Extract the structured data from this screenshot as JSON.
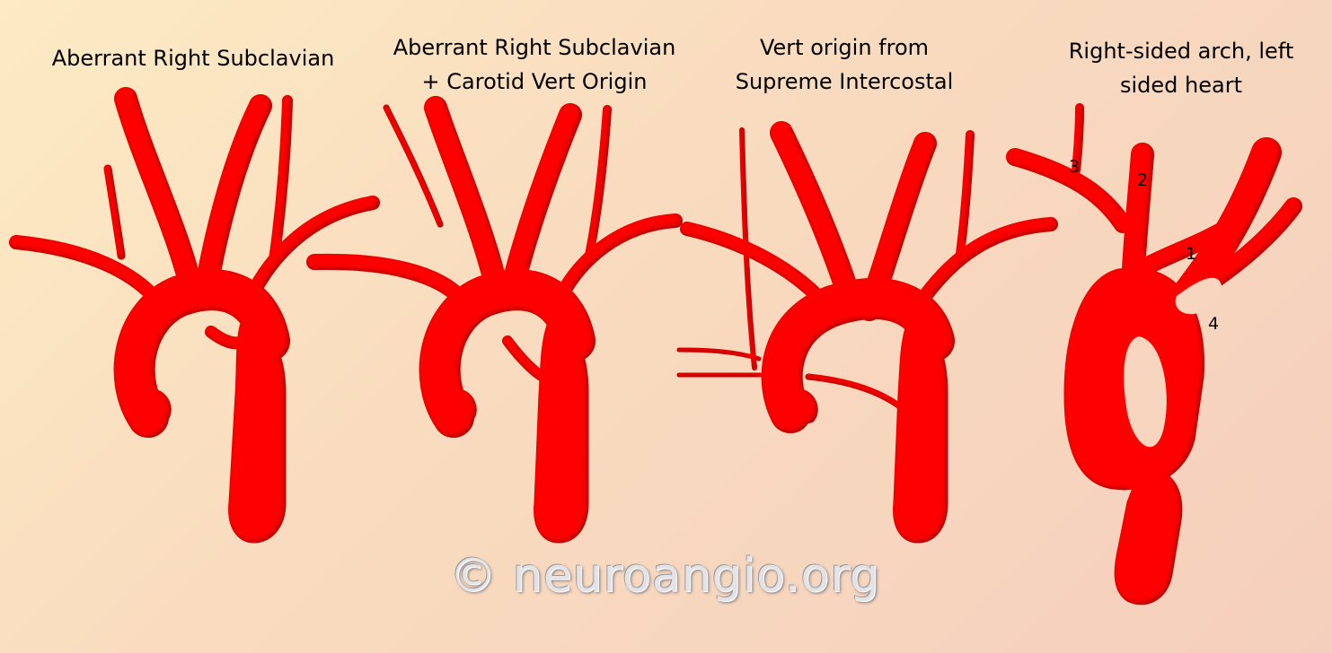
{
  "panels": [
    {
      "title_line1": "Aberrant Right Subclavian",
      "title_line2": ""
    },
    {
      "title_line1": "Aberrant Right Subclavian",
      "title_line2": "+ Carotid Vert Origin"
    },
    {
      "title_line1": "Vert origin from",
      "title_line2": "Supreme Intercostal"
    },
    {
      "title_line1": "Right-sided arch, left",
      "title_line2": "sided heart"
    }
  ],
  "panel4_labels": {
    "n1": "1",
    "n2": "2",
    "n3": "3",
    "n4": "4"
  },
  "watermark": "© neuroangio.org",
  "colors": {
    "vessel": "#ff0000",
    "vessel_shadow": "#8a0000",
    "background_start": "#fdebc4",
    "background_end": "#f5cfbd"
  }
}
